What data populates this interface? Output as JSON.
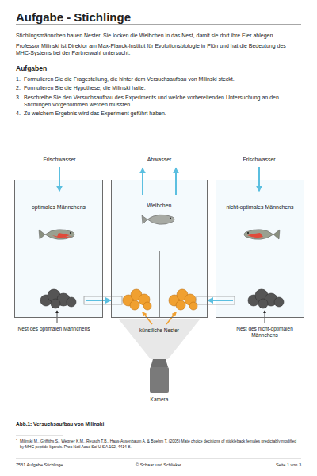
{
  "diagram": {
    "title": "Aufgabe - Stichlinge",
    "caption": "Abb.1: Versuchsaufbau von Milinski",
    "nodes": [
      {
        "text": [
          "optimales Männchens"
        ]
      },
      {
        "text": [
          "Weibchen"
        ]
      },
      {
        "text": [
          "nicht-optimales Männchens"
        ]
      }
    ],
    "edges": [
      {
        "from": 0,
        "to": 1,
        "arrow": "to"
      },
      {
        "from": 2,
        "to": 1,
        "arrow": "to"
      }
    ],
    "labels": [
      "Stichlingsmännchen bauen Nester. Sie locken die Weibchen in das Nest, damit sie dort ihre Eier ablegen.",
      "Professor Milinski ist Direktor am Max-Planck-Institut für Evolutionsbiologie in Plön und hat die Bedeutung des MHC-Systems bei der Partnerwahl untersucht.",
      "Aufgaben",
      "1.",
      "Formulieren Sie die Fragestellung, die hinter dem Versuchsaufbau von Milinski steckt.",
      "2.",
      "Formulieren Sie die Hypothese, die Milinski hatte.",
      "3.",
      "Beschreibe Sie den Versuchsaufbau des Experiments und welche vorbereitenden Untersuchung an den Stichlingen vorgenommen werden mussten.",
      "4.",
      "Zu welchem Ergebnis wird das Experiment geführt haben.",
      "Frischwasser",
      "Abwasser",
      "Frischwasser",
      "Nest des optimalen Männchens",
      "künstliche Nester",
      "Nest des nicht-optimalen Männchens",
      "Kamera",
      "*",
      "Milinski M., Griffiths S., Wegner K.M., Reusch T.B., Haas-Assenbaum A. & Boehm T. (2005) Mate choice decisions of stickleback females predictably modified by MHC peptide ligands. Proc Natl Acad Sci U S A 102, 4414-8.",
      "7531 Aufgabe Stichlinge",
      "© Schaar und Schlieker",
      "Seite 1 von 3"
    ]
  }
}
